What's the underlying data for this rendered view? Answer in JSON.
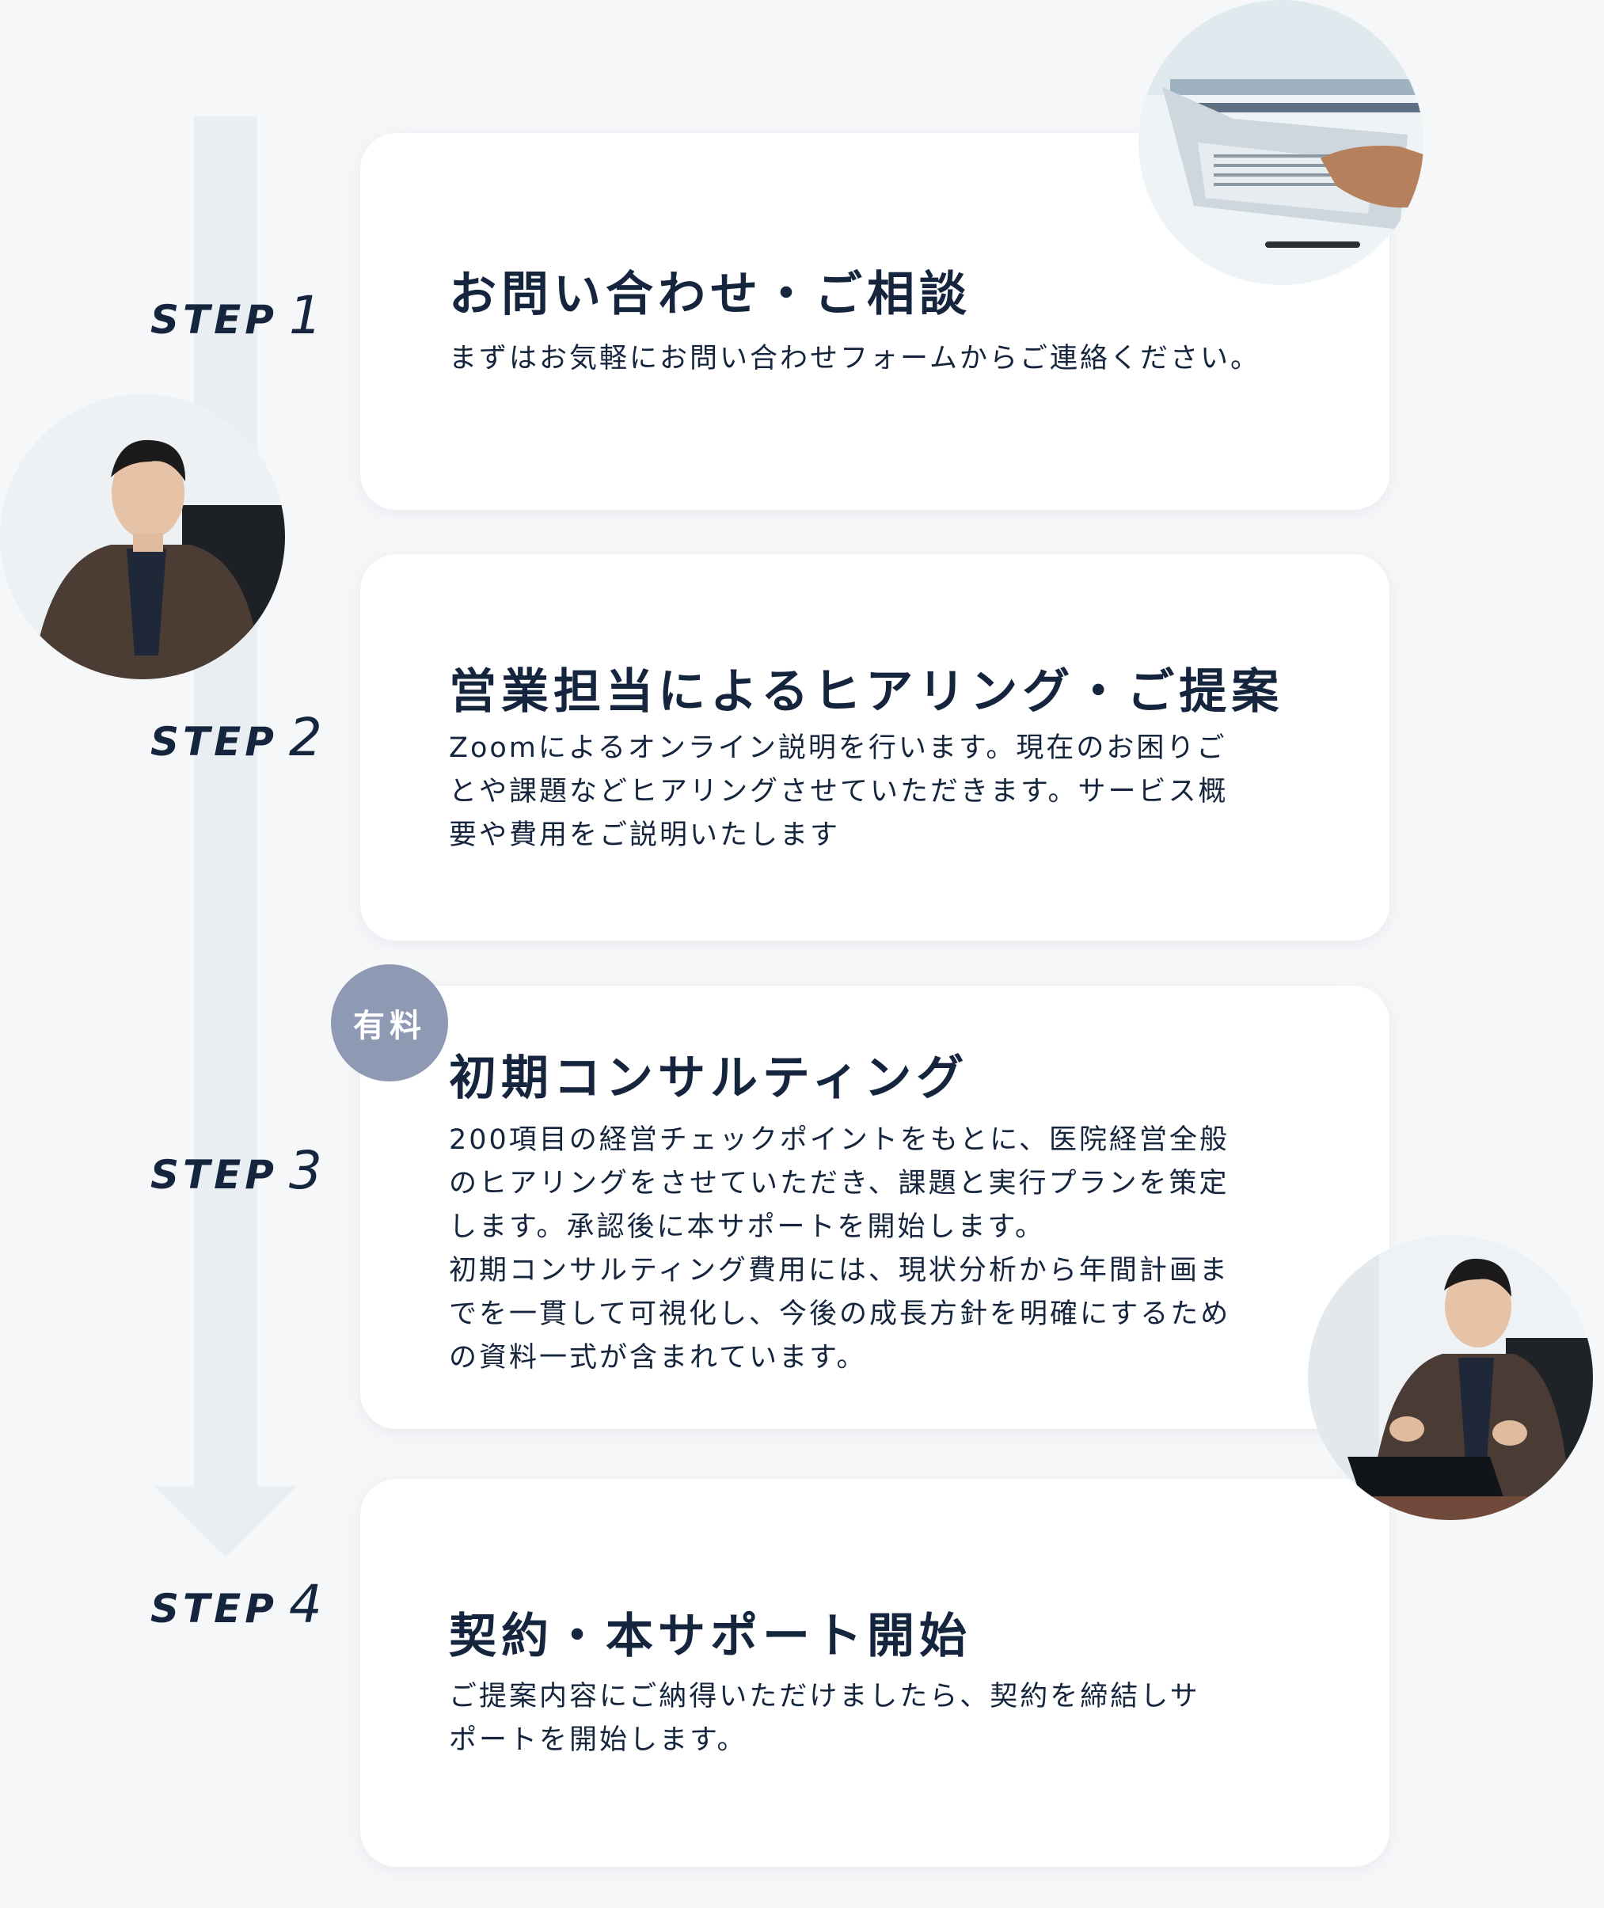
{
  "steps": [
    {
      "step_word": "STEP",
      "step_num": "1",
      "title": "お問い合わせ・ご相談",
      "description": "まずはお気軽にお問い合わせフォームからご連絡ください。"
    },
    {
      "step_word": "STEP",
      "step_num": "2",
      "title": "営業担当によるヒアリング・ご提案",
      "description": "Zoomによるオンライン説明を行います。現在のお困りご\nとや課題などヒアリングさせていただきます。サービス概\n要や費用をご説明いたします"
    },
    {
      "step_word": "STEP",
      "step_num": "3",
      "badge": "有料",
      "title": "初期コンサルティング",
      "description": "200項目の経営チェックポイントをもとに、医院経営全般\nのヒアリングをさせていただき、課題と実行プランを策定\nします。承認後に本サポートを開始します。\n初期コンサルティング費用には、現状分析から年間計画ま\nでを一貫して可視化し、今後の成長方針を明確にするため\nの資料一式が含まれています。"
    },
    {
      "step_word": "STEP",
      "step_num": "4",
      "title": "契約・本サポート開始",
      "description": "ご提案内容にご納得いただけましたら、契約を締結しサ\nポートを開始します。"
    }
  ],
  "photos": {
    "laptop": "laptop-photo",
    "consultant_seated": "consultant-photo",
    "consultant_gesturing": "consultant-meeting-photo"
  },
  "colors": {
    "text": "#15253d",
    "background": "#f5f7f9",
    "card": "#ffffff",
    "arrow": "#e9eef2",
    "badge": "#8e9ab3"
  }
}
